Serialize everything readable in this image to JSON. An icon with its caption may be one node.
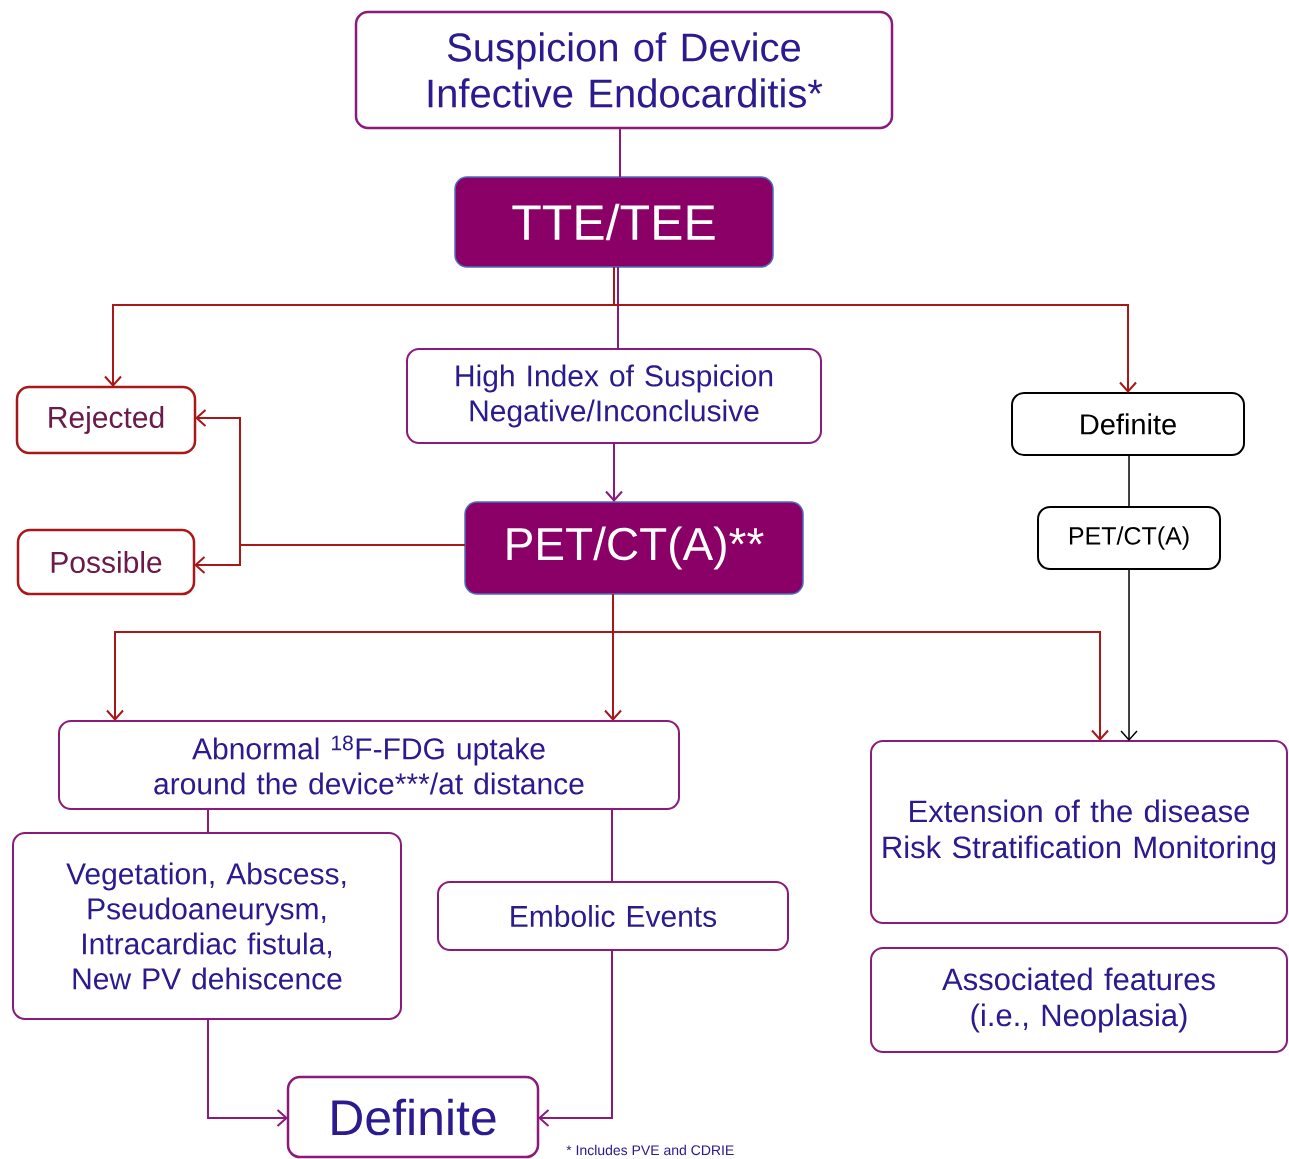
{
  "diagram": {
    "nodes": [
      {
        "text": [
          "Suspicion of Device Infective Endocarditis*"
        ]
      },
      {
        "text": [
          "TTE/TEE"
        ]
      },
      {
        "text": [
          "Rejected"
        ]
      },
      {
        "text": [
          "High Index of Suspicion Negative/Inconclusive"
        ]
      },
      {
        "text": [
          "Definite"
        ]
      },
      {
        "text": [
          "Possible"
        ]
      },
      {
        "text": [
          "PET/CT(A)**"
        ]
      },
      {
        "text": [
          "PET/CT(A)"
        ]
      },
      {
        "text": [
          "Abnormal $^{18}$F-FDG uptake around the device***/at distance"
        ]
      },
      {
        "text": [
          "Extension of the disease Risk Stratification Monitoring"
        ]
      },
      {
        "text": [
          "Vegetation, Abscess, Pseudoaneurysm, Intracardiac fistula, New PV dehiscence"
        ]
      },
      {
        "text": [
          "Embolic Events"
        ]
      },
      {
        "text": [
          "Associated features (i.e., Neoplasia)"
        ]
      },
      {
        "text": [
          "Definite"
        ]
      }
    ],
    "edges": [
      {
        "from": 0,
        "to": 1,
        "arrow": "none",
        "color": "#8b1a7a"
      },
      {
        "from": 1,
        "to": 2,
        "arrow": "to",
        "color": "#a81818"
      },
      {
        "from": 1,
        "to": 3,
        "arrow": "none",
        "color": "#8b1a7a"
      },
      {
        "from": 1,
        "to": 4,
        "arrow": "to",
        "color": "#a81818"
      },
      {
        "from": 3,
        "to": 6,
        "arrow": "to",
        "color": "#8b1a7a"
      },
      {
        "from": 6,
        "to": 2,
        "arrow": "to",
        "color": "#a81818"
      },
      {
        "from": 6,
        "to": 5,
        "arrow": "to",
        "color": "#a81818"
      },
      {
        "from": 4,
        "to": 7,
        "arrow": "none",
        "color": "#000000"
      },
      {
        "from": 7,
        "to": 9,
        "arrow": "to",
        "color": "#000000"
      },
      {
        "from": 6,
        "to": 8,
        "arrow": "to",
        "color": "#a81818"
      },
      {
        "from": 6,
        "to": 8,
        "arrow": "to",
        "color": "#a81818"
      },
      {
        "from": 6,
        "to": 9,
        "arrow": "to",
        "color": "#a81818"
      },
      {
        "from": 8,
        "to": 10,
        "arrow": "none",
        "color": "#8b1a7a"
      },
      {
        "from": 8,
        "to": 11,
        "arrow": "none",
        "color": "#8b1a7a"
      },
      {
        "from": 10,
        "to": 13,
        "arrow": "to",
        "color": "#8b1a7a"
      },
      {
        "from": 11,
        "to": 13,
        "arrow": "to",
        "color": "#8b1a7a"
      }
    ],
    "labels": [
      "* Includes PVE and CDRIE"
    ]
  }
}
